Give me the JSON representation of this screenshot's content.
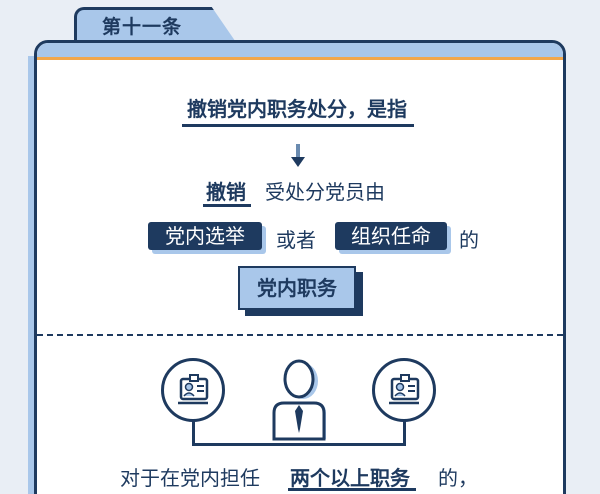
{
  "article_tab": "第十一条",
  "headline": "撤销党内职务处分，是指",
  "line1": {
    "keyword": "撤销",
    "rest": "受处分党员由"
  },
  "line2": {
    "pill1": "党内选举",
    "mid": "或者",
    "pill2": "组织任命",
    "end": "的"
  },
  "box_label": "党内职务",
  "bottom": {
    "prefix": "对于在党内担任",
    "keyword": "两个以上职务",
    "suffix": "的，"
  },
  "colors": {
    "navy": "#1e3a5f",
    "light_blue": "#a9c7ea",
    "orange": "#f2a74b",
    "background": "#e9eef5"
  },
  "icons": [
    "id-card-icon",
    "person-tie-icon",
    "id-card-icon"
  ]
}
